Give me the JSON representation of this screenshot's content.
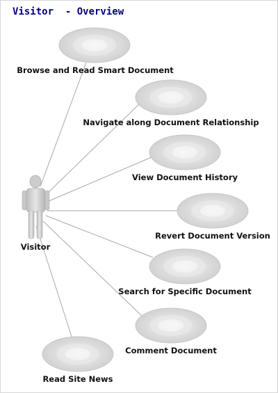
{
  "diagram": {
    "title": "Visitor  - Overview",
    "actor": {
      "label": "Visitor",
      "icon": "person-icon"
    },
    "use_cases": [
      {
        "id": "browse",
        "label": "Browse and Read Smart Document"
      },
      {
        "id": "navigate",
        "label": "Navigate along Document Relationship"
      },
      {
        "id": "history",
        "label": "View Document History"
      },
      {
        "id": "revert",
        "label": "Revert Document Version"
      },
      {
        "id": "search",
        "label": "Search for Specific Document"
      },
      {
        "id": "comment",
        "label": "Comment Document"
      },
      {
        "id": "news",
        "label": "Read Site News"
      }
    ],
    "colors": {
      "ellipse_outer": "#cfcfcf",
      "ellipse_inner": "#f4f4f4",
      "line": "#a8a8a8",
      "title": "#000080"
    }
  }
}
